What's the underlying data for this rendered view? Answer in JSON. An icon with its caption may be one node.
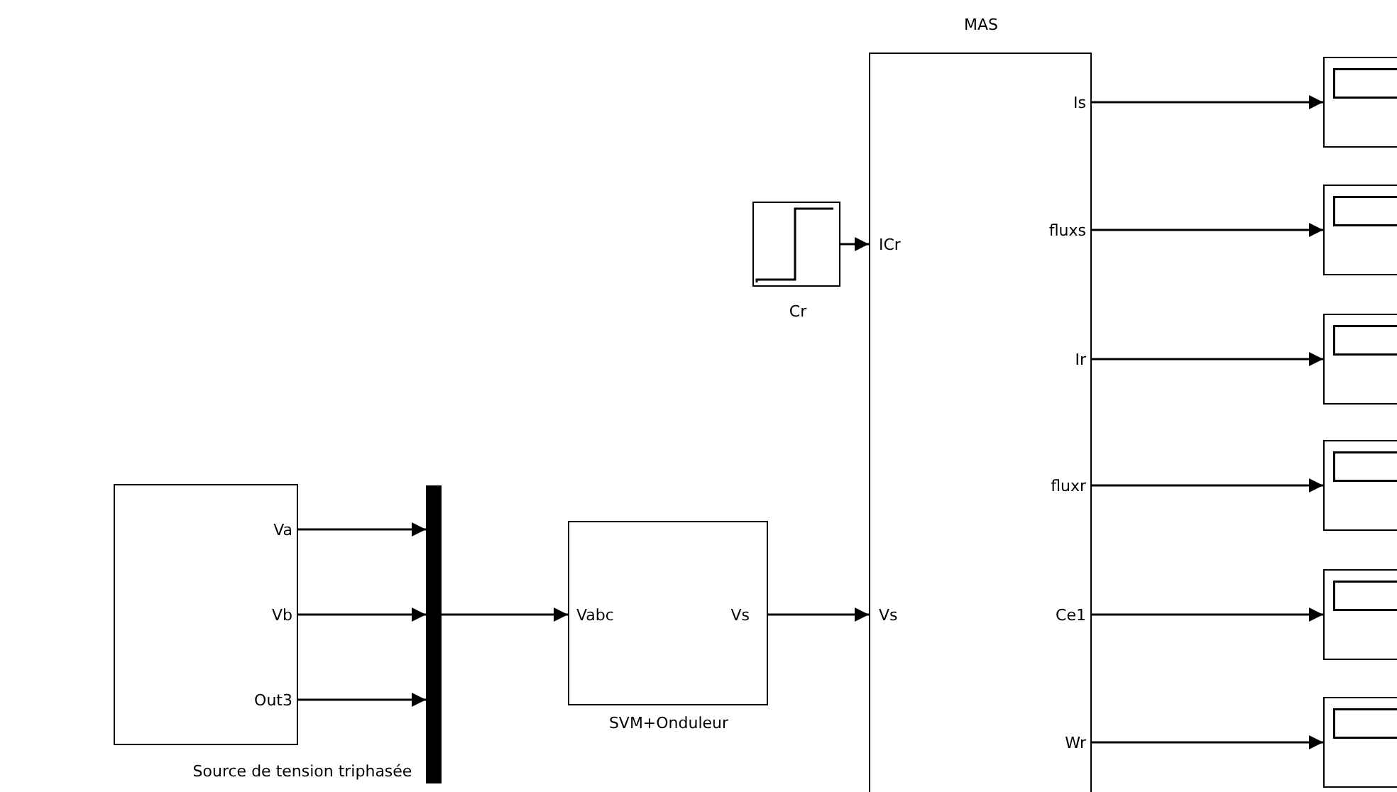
{
  "diagram": {
    "nodes": [
      {
        "text": [
          "Va",
          "Vb",
          "Out3",
          "Source de tension triphasée"
        ]
      },
      {
        "text": [],
        "shape": "bar"
      },
      {
        "text": [
          "Vabc",
          "Vs",
          "SVM+Onduleur"
        ]
      },
      {
        "text": [
          "Cr"
        ]
      },
      {
        "text": [
          "MAS",
          "ICr",
          "Vs",
          "Is",
          "fluxs",
          "Ir",
          "fluxr",
          "Ce1",
          "Wr"
        ]
      },
      {
        "text": [],
        "shape": "box"
      },
      {
        "text": [],
        "shape": "box"
      },
      {
        "text": [],
        "shape": "box"
      },
      {
        "text": [],
        "shape": "box"
      },
      {
        "text": [],
        "shape": "box"
      },
      {
        "text": [],
        "shape": "box"
      }
    ],
    "edges": [
      {
        "from": 0,
        "to": 1,
        "arrow": "to"
      },
      {
        "from": 0,
        "to": 1,
        "arrow": "to"
      },
      {
        "from": 0,
        "to": 1,
        "arrow": "to"
      },
      {
        "from": 1,
        "to": 2,
        "arrow": "to"
      },
      {
        "from": 2,
        "to": 4,
        "arrow": "to"
      },
      {
        "from": 3,
        "to": 4,
        "arrow": "to"
      },
      {
        "from": 4,
        "to": 5,
        "arrow": "to"
      },
      {
        "from": 4,
        "to": 6,
        "arrow": "to"
      },
      {
        "from": 4,
        "to": 7,
        "arrow": "to"
      },
      {
        "from": 4,
        "to": 8,
        "arrow": "to"
      },
      {
        "from": 4,
        "to": 9,
        "arrow": "to"
      },
      {
        "from": 4,
        "to": 10,
        "arrow": "to"
      }
    ]
  }
}
